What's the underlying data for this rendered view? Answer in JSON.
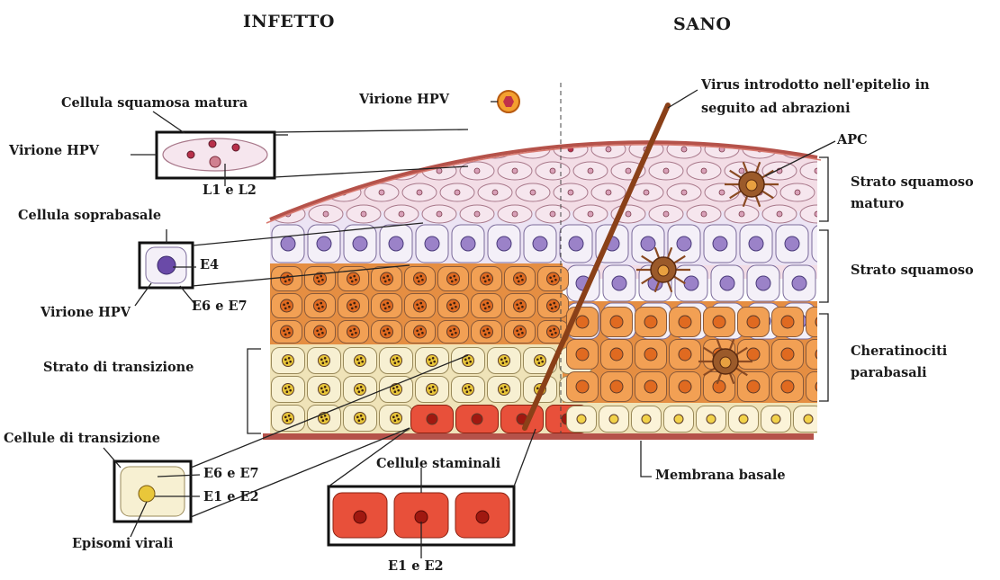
{
  "headers": {
    "left": "INFETTO",
    "right": "SANO"
  },
  "labels": {
    "virion_top": "Virione HPV",
    "virus_abrasion_1": "Virus introdotto nell'epitelio in",
    "virus_abrasion_2": "seguito ad abrazioni",
    "mature_cell": "Cellula squamosa matura",
    "virion_left": "Virione HPV",
    "l1_l2": "L1 e L2",
    "apc": "APC",
    "suprabasal": "Cellula soprabasale",
    "e4": "E4",
    "virion_bottom": "Virione HPV",
    "e6_e7_a": "E6 e E7",
    "transition_layer": "Strato di transizione",
    "transition_cells": "Cellule di transizione",
    "e6_e7_b": "E6 e E7",
    "e1_e2_a": "E1 e E2",
    "episomes": "Episomi virali",
    "stem_cells": "Cellule staminali",
    "e1_e2_b": "E1 e E2",
    "basal_membrane": "Membrana basale",
    "mature_squamous_1": "Strato squamoso",
    "mature_squamous_2": "maturo",
    "squamous": "Strato squamoso",
    "parabasal_1": "Cheratinociti",
    "parabasal_2": "parabasali"
  },
  "colors": {
    "membrane": "#b5524a",
    "squamous_fill": "#f6e6ee",
    "suprabasal_fill": "#f4f0f8",
    "nucleus_purple": "#9b82c8",
    "parabasal_fill": "#f2a054",
    "transition_fill": "#f7f0d2",
    "stem_fill": "#e8503a",
    "apc": "#8a4a22"
  }
}
